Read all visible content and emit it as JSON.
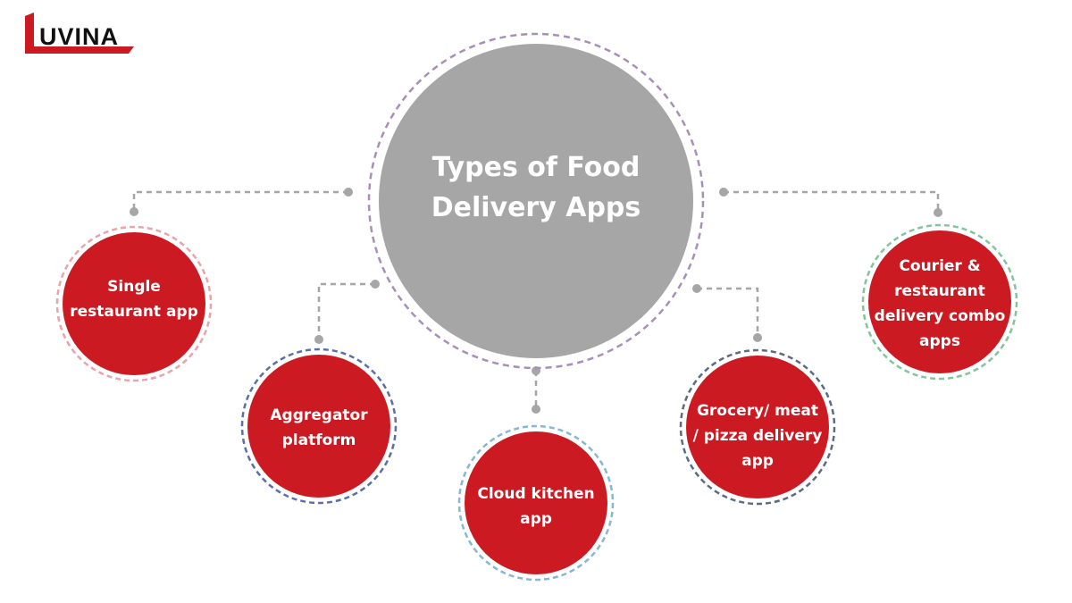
{
  "logo": {
    "text": "UVINA",
    "letter": "L",
    "color": "#cc1a22"
  },
  "center": {
    "lines": [
      "Types of Food",
      "Delivery Apps"
    ],
    "fill": "#a6a6a6",
    "ring": "#a88fba"
  },
  "nodes": [
    {
      "lines": [
        "Single",
        "restaurant app"
      ],
      "ring": "#e8a3ab"
    },
    {
      "lines": [
        "Aggregator",
        "platform"
      ],
      "ring": "#5b6fa9"
    },
    {
      "lines": [
        "Cloud kitchen",
        "app"
      ],
      "ring": "#86b7d3"
    },
    {
      "lines": [
        "Grocery/ meat",
        "/ pizza delivery",
        "app"
      ],
      "ring": "#5c6b80"
    },
    {
      "lines": [
        "Courier &",
        "restaurant",
        "delivery combo",
        "apps"
      ],
      "ring": "#82c59c"
    }
  ],
  "node_fill": "#cc1a22",
  "connector_color": "#a6a6a6"
}
